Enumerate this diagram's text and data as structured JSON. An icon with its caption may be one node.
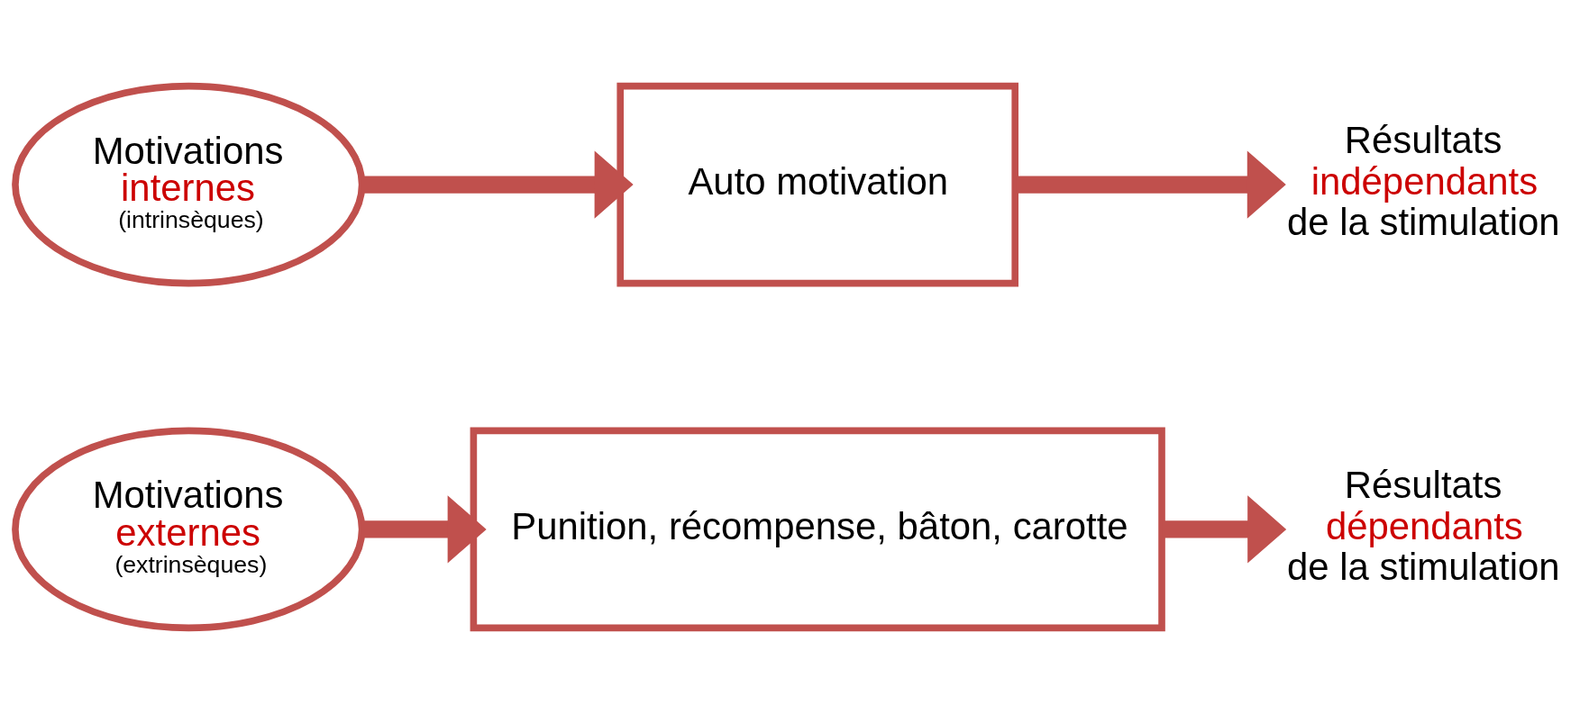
{
  "diagram": {
    "nodes": [
      {
        "text": [
          "Motivations",
          "externes",
          "(extrinsèques)"
        ]
      },
      {
        "text": [
          "Punition, récompense, bâton, carotte"
        ]
      },
      {
        "text": [
          "Résultats",
          "dépendants",
          "de la stimulation"
        ]
      },
      {
        "text": [
          "Motivations",
          "internes",
          "(intrinsèques)"
        ]
      },
      {
        "text": [
          "Auto motivation"
        ]
      },
      {
        "text": [
          "Résultats",
          "indépendants",
          "de la stimulation"
        ]
      }
    ],
    "edges": [
      {
        "from": 0,
        "to": 1,
        "arrow": "to"
      },
      {
        "from": 1,
        "to": 2,
        "arrow": "to"
      },
      {
        "from": 3,
        "to": 4,
        "arrow": "to"
      },
      {
        "from": 4,
        "to": 5,
        "arrow": "to"
      }
    ]
  }
}
